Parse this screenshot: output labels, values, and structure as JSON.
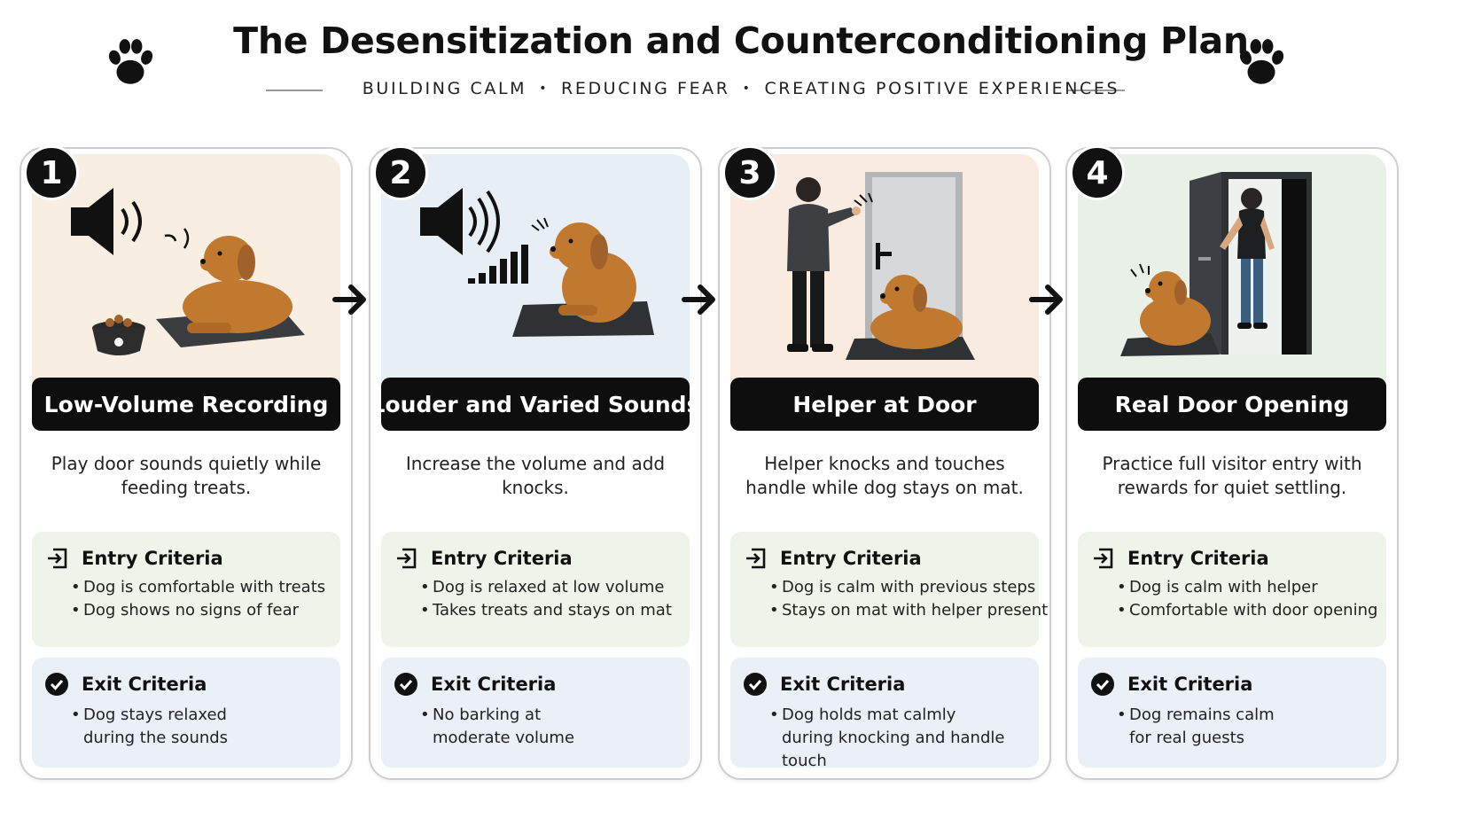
{
  "header": {
    "title": "The Desensitization and Counterconditioning Plan",
    "subtitle_parts": [
      "BUILDING CALM",
      "REDUCING FEAR",
      "CREATING POSITIVE EXPERIENCES"
    ],
    "separator": "•"
  },
  "colors": {
    "step1_bg": "#f8eee2",
    "step2_bg": "#e8eef6",
    "step3_bg": "#f9ebdf",
    "step4_bg": "#e8f0e8",
    "entry_bg": "#eef4ea",
    "exit_bg": "#eaf0f6",
    "pill": "#0e0e0e",
    "dog": "#c1782f"
  },
  "steps": [
    {
      "number": "1",
      "title": "Low-Volume Recording",
      "description": "Play door sounds quietly while feeding treats.",
      "entry_label": "Entry Criteria",
      "entry_items": [
        "Dog is comfortable with treats",
        "Dog shows no signs of fear"
      ],
      "exit_label": "Exit Criteria",
      "exit_text": "Dog stays relaxed during the sounds",
      "icons": [
        "speaker-low-icon",
        "dog-bowl-icon",
        "dog-on-mat-icon"
      ]
    },
    {
      "number": "2",
      "title": "Louder and Varied Sounds",
      "description": "Increase the volume and add knocks.",
      "entry_label": "Entry Criteria",
      "entry_items": [
        "Dog is relaxed at low volume",
        "Takes treats and stays on mat"
      ],
      "exit_label": "Exit Criteria",
      "exit_text": "No barking at moderate volume",
      "icons": [
        "speaker-high-icon",
        "volume-bars-icon",
        "dog-on-mat-icon"
      ]
    },
    {
      "number": "3",
      "title": "Helper at Door",
      "description": "Helper knocks and touches handle while dog stays on mat.",
      "entry_label": "Entry Criteria",
      "entry_items": [
        "Dog is calm with previous steps",
        "Stays on mat with helper present"
      ],
      "exit_label": "Exit Criteria",
      "exit_text": "Dog holds mat calmly during knocking and handle touch",
      "icons": [
        "helper-person-icon",
        "door-icon",
        "dog-on-mat-icon"
      ]
    },
    {
      "number": "4",
      "title": "Real Door Opening",
      "description": "Practice full visitor entry with rewards for quiet settling.",
      "entry_label": "Entry Criteria",
      "entry_items": [
        "Dog is calm with helper",
        "Comfortable with door opening"
      ],
      "exit_label": "Exit Criteria",
      "exit_text": "Dog remains calm for real guests",
      "icons": [
        "open-door-icon",
        "visitor-icon",
        "dog-on-mat-icon"
      ]
    }
  ]
}
